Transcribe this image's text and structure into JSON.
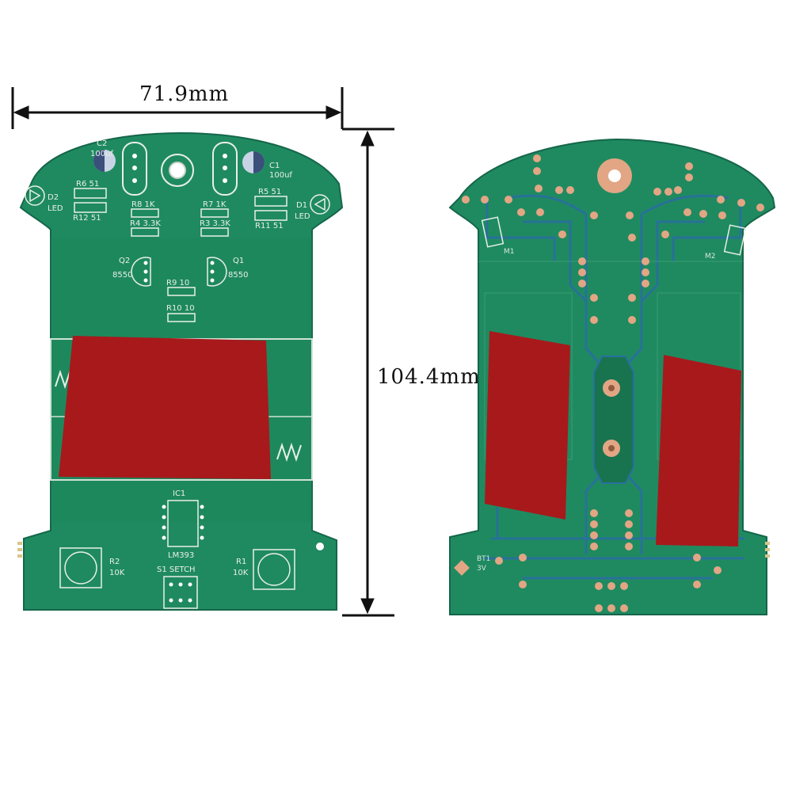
{
  "dimensions": {
    "width_label": "71.9mm",
    "height_label": "104.4mm"
  },
  "colors": {
    "pcb_green": "#1f8a60",
    "pcb_green_dark": "#17744f",
    "trace_blue": "#2a6fa0",
    "red_tape": "#a8191b",
    "pad_copper": "#e2a685",
    "silkscreen": "#e8efe8"
  },
  "front_board": {
    "labels": {
      "c2": "C2",
      "c2_val": "100uf",
      "c1": "C1",
      "c1_val": "100uf",
      "r6": "R6  51",
      "r12": "R12  51",
      "r5": "R5  51",
      "r11": "R11  51",
      "d2": "D2",
      "d2_led": "LED",
      "d1": "D1",
      "d1_led": "LED",
      "r8": "R8  1K",
      "r4": "R4  3.3K",
      "r7": "R7  1K",
      "r3": "R3  3.3K",
      "q2": "Q2",
      "q2_val": "8550",
      "q1": "Q1",
      "q1_val": "8550",
      "r9": "R9  10",
      "r10": "R10  10",
      "ic1": "IC1",
      "ic1_val": "LM393",
      "r2": "R2",
      "r2_val": "10K",
      "r1": "R1",
      "r1_val": "10K",
      "s1": "S1  SETCH"
    }
  },
  "back_board": {
    "labels": {
      "m1": "M1",
      "m2": "M2",
      "bt1": "BT1",
      "bt1_val": "3V"
    }
  }
}
